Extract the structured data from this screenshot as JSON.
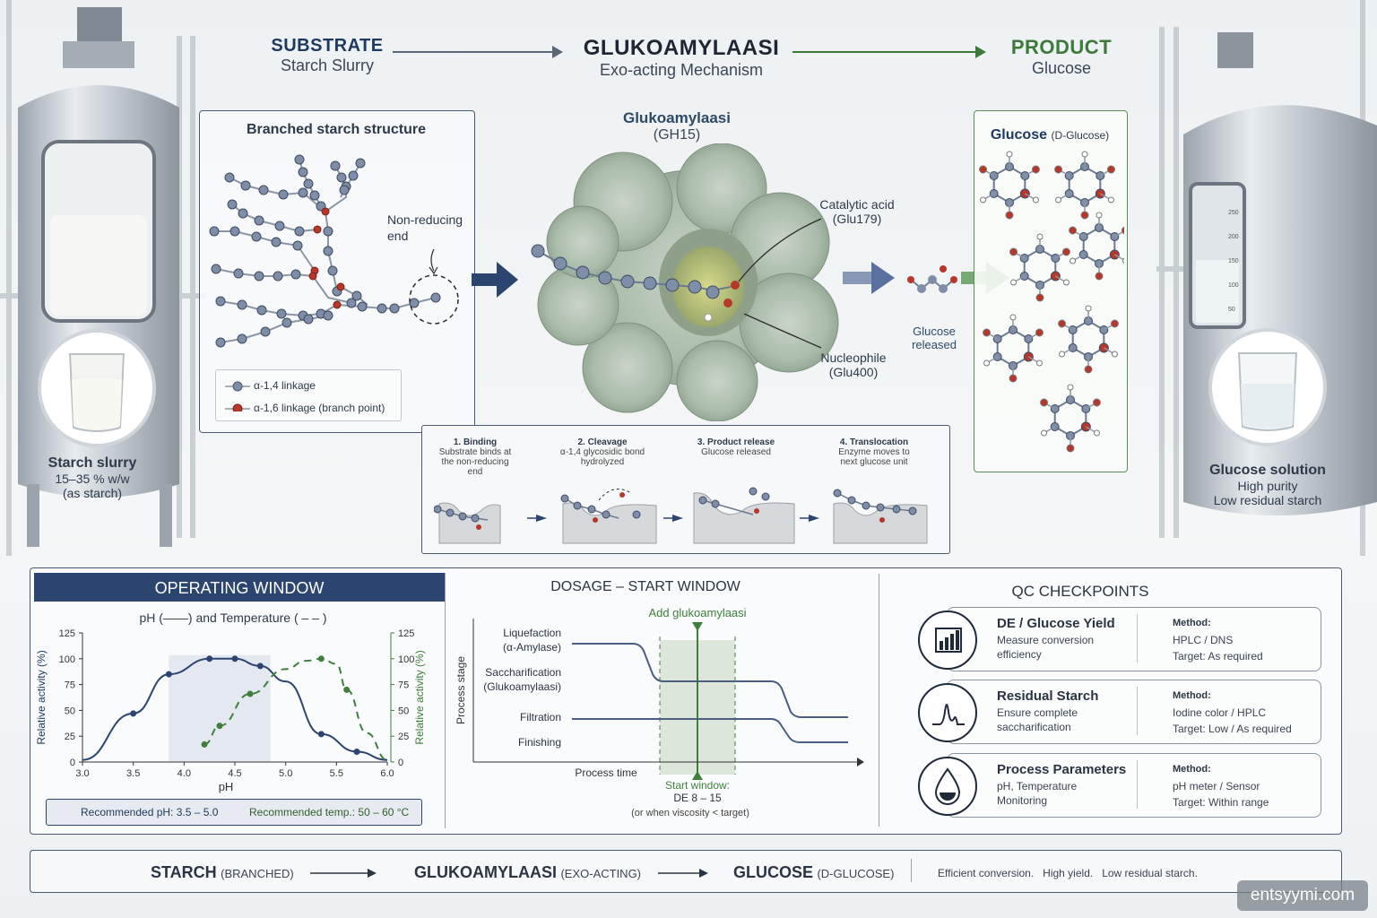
{
  "header": {
    "substrate_title": "SUBSTRATE",
    "substrate_sub": "Starch Slurry",
    "enzyme_title": "GLUKOAMYLAASI",
    "enzyme_sub": "Exo-acting Mechanism",
    "product_title": "PRODUCT",
    "product_sub": "Glucose"
  },
  "left_tank": {
    "label_title": "Starch slurry",
    "label_line1": "15–35 % w/w",
    "label_line2": "(as starch)"
  },
  "right_tank": {
    "label_title": "Glucose solution",
    "label_line1": "High purity",
    "label_line2": "Low residual starch",
    "gauge_ticks": [
      "250",
      "200",
      "150",
      "100",
      "50"
    ]
  },
  "starch_panel": {
    "title": "Branched starch structure",
    "end_label_line1": "Non-reducing",
    "end_label_line2": "end",
    "legend": [
      "α-1,4 linkage",
      "α-1,6 linkage (branch point)"
    ]
  },
  "enzyme": {
    "title": "Glukoamylaasi",
    "subtitle": "(GH15)",
    "acid_label": "Catalytic acid",
    "acid_residue": "(Glu179)",
    "nucleophile_label": "Nucleophile",
    "nucleophile_residue": "(Glu400)",
    "released_line1": "Glucose",
    "released_line2": "released"
  },
  "mechanism_steps": [
    {
      "title": "1. Binding",
      "desc": [
        "Substrate binds at",
        "the non-reducing",
        "end"
      ]
    },
    {
      "title": "2. Cleavage",
      "desc": [
        "α-1,4 glycosidic bond",
        "hydrolyzed"
      ]
    },
    {
      "title": "3. Product release",
      "desc": [
        "Glucose released"
      ]
    },
    {
      "title": "4. Translocation",
      "desc": [
        "Enzyme moves to",
        "next glucose unit"
      ]
    }
  ],
  "glucose_panel": {
    "title": "Glucose",
    "title_suffix": "(D-Glucose)"
  },
  "operating_window": {
    "title": "OPERATING WINDOW",
    "recommended_ph": "Recommended pH: 3.5 – 5.0",
    "recommended_temp": "Recommended temp.: 50 – 60 °C"
  },
  "chart_data": [
    {
      "type": "line",
      "title": "pH (——) and Temperature ( – – )",
      "xlabel": "pH",
      "ylabel": "Relative activity (%)",
      "y2label": "Relative activity (%)",
      "xlim": [
        3.0,
        6.0
      ],
      "ylim": [
        0,
        125
      ],
      "x_ticks": [
        "3.0",
        "3.5",
        "4.0",
        "4.5",
        "5.0",
        "5.5",
        "6.0"
      ],
      "y_ticks": [
        "0",
        "25",
        "50",
        "75",
        "100",
        "125"
      ],
      "highlight_range": [
        3.85,
        4.85
      ],
      "series": [
        {
          "style": "solid",
          "color": "#2b4570",
          "x": [
            3.0,
            3.5,
            3.85,
            4.25,
            4.5,
            4.75,
            5.0,
            5.35,
            5.7,
            6.0
          ],
          "y": [
            2,
            47,
            85,
            100,
            100,
            93,
            78,
            27,
            10,
            2
          ],
          "markers_x": [
            3.5,
            3.85,
            4.25,
            4.5,
            4.75,
            5.35,
            5.7
          ],
          "markers_y": [
            47,
            85,
            100,
            100,
            93,
            27,
            10
          ]
        },
        {
          "style": "dashed",
          "color": "#3f7f3c",
          "x": [
            4.2,
            4.35,
            4.65,
            5.0,
            5.2,
            5.35,
            5.5,
            5.6,
            5.8,
            6.0
          ],
          "y": [
            17,
            35,
            66,
            90,
            98,
            100,
            95,
            70,
            28,
            2
          ],
          "markers_x": [
            4.2,
            4.35,
            4.65,
            5.35,
            5.6
          ],
          "markers_y": [
            17,
            35,
            66,
            100,
            70
          ]
        }
      ]
    },
    {
      "type": "line",
      "title": "DOSAGE – START WINDOW",
      "xlabel": "Process time",
      "ylabel": "Process stage",
      "stages": [
        {
          "line1": "Liquefaction",
          "line2": "(α-Amylase)"
        },
        {
          "line1": "Saccharification",
          "line2": "(Glukoamylaasi)"
        },
        {
          "line1": "Filtration",
          "line2": ""
        },
        {
          "line1": "Finishing",
          "line2": ""
        }
      ],
      "add_label": "Add glukoamylaasi",
      "window_label_line1": "Start window:",
      "window_label_line2": "DE 8 – 15",
      "window_note": "(or when viscosity < target)"
    }
  ],
  "qc": {
    "title": "QC CHECKPOINTS",
    "method_label": "Method:",
    "rows": [
      {
        "icon": "chart-icon",
        "title": "DE / Glucose Yield",
        "desc": [
          "Measure conversion",
          "efficiency"
        ],
        "method": "HPLC / DNS",
        "target": "Target: As required"
      },
      {
        "icon": "peak-icon",
        "title": "Residual Starch",
        "desc": [
          "Ensure complete",
          "saccharification"
        ],
        "method": "Iodine color / HPLC",
        "target": "Target: Low / As required"
      },
      {
        "icon": "droplet-icon",
        "title": "Process Parameters",
        "desc": [
          "pH, Temperature",
          "Monitoring"
        ],
        "method": "pH meter / Sensor",
        "target": "Target: Within range"
      }
    ]
  },
  "footer": {
    "starch": "STARCH",
    "starch_sub": "(BRANCHED)",
    "enzyme": "GLUKOAMYLAASI",
    "enzyme_sub": "(EXO-ACTING)",
    "glucose": "GLUCOSE",
    "glucose_sub": "(D-GLUCOSE)",
    "tagline": "Efficient conversion.   High yield.   Low residual starch."
  },
  "watermark": "entsyymi.com",
  "colors": {
    "navy": "#1f3a60",
    "green": "#3d7a3a",
    "bead": "#7e8ea8",
    "oxygen": "#b8372b"
  }
}
